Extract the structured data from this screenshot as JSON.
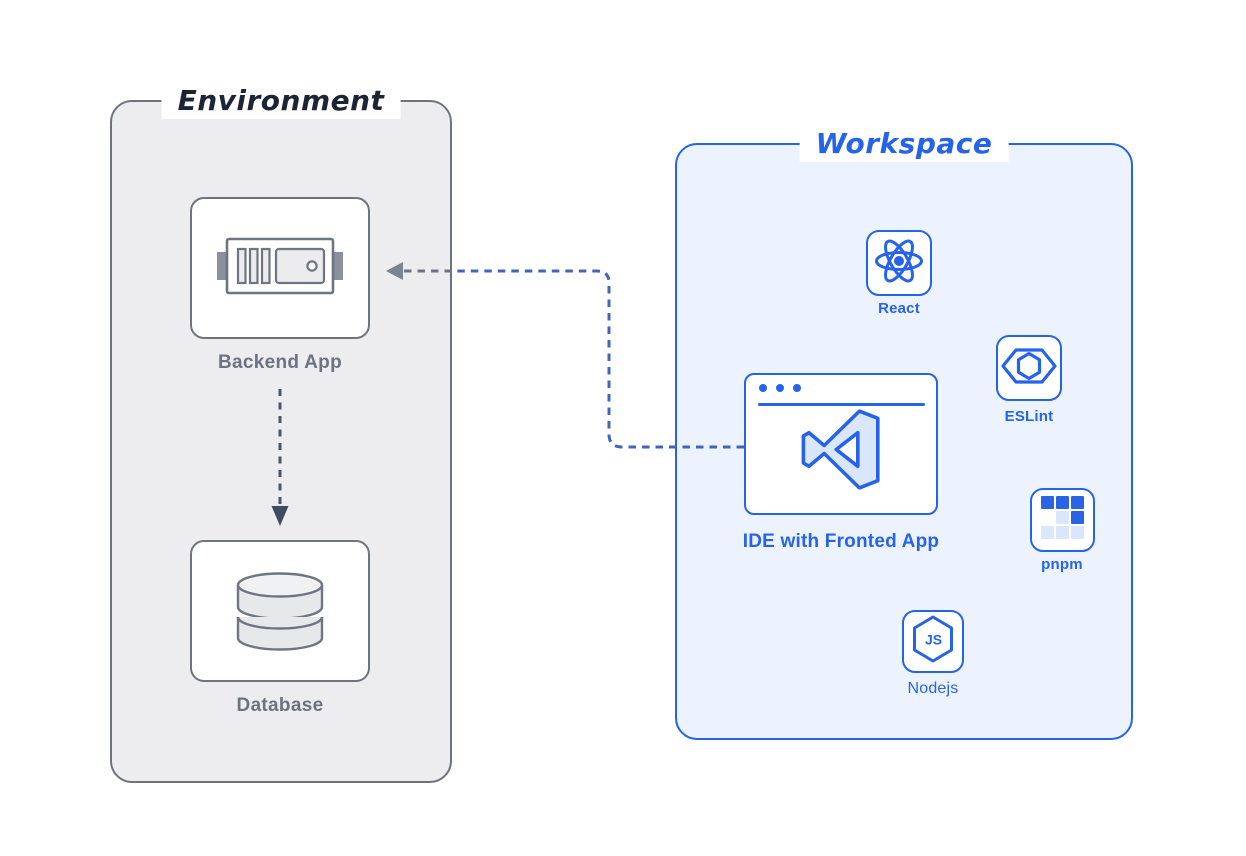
{
  "page": {
    "background": "#ffffff"
  },
  "environment": {
    "title": "Environment",
    "panel_fill": "#ededef",
    "border_color": "#6e737d",
    "title_color": "#1d2535",
    "label_color": "#6b7280",
    "nodes": [
      {
        "label": "Backend App",
        "icon": "server-icon"
      },
      {
        "label": "Database",
        "icon": "database-icon"
      }
    ]
  },
  "workspace": {
    "title": "Workspace",
    "panel_fill": "#edf3fe",
    "border_color": "#2563eb",
    "title_color": "#2563eb",
    "label_color": "#2563eb",
    "ide": {
      "label": "IDE with Fronted App",
      "icon": "vscode-icon"
    },
    "tools": [
      {
        "label": "React",
        "icon": "react-icon"
      },
      {
        "label": "ESLint",
        "icon": "eslint-icon"
      },
      {
        "label": "pnpm",
        "icon": "pnpm-icon"
      },
      {
        "label": "Nodejs",
        "icon": "nodejs-icon"
      }
    ]
  },
  "connections": [
    {
      "from": "IDE with Fronted App",
      "to": "Backend App",
      "line": "dashed",
      "dash_color_blue": "#4164bd",
      "dash_color_gray": "#6d7482",
      "arrowhead_color": "#7c8491"
    },
    {
      "from": "Backend App",
      "to": "Database",
      "line": "dashed",
      "dash_color": "#4b5668",
      "arrowhead_color": "#3f4b61"
    }
  ]
}
